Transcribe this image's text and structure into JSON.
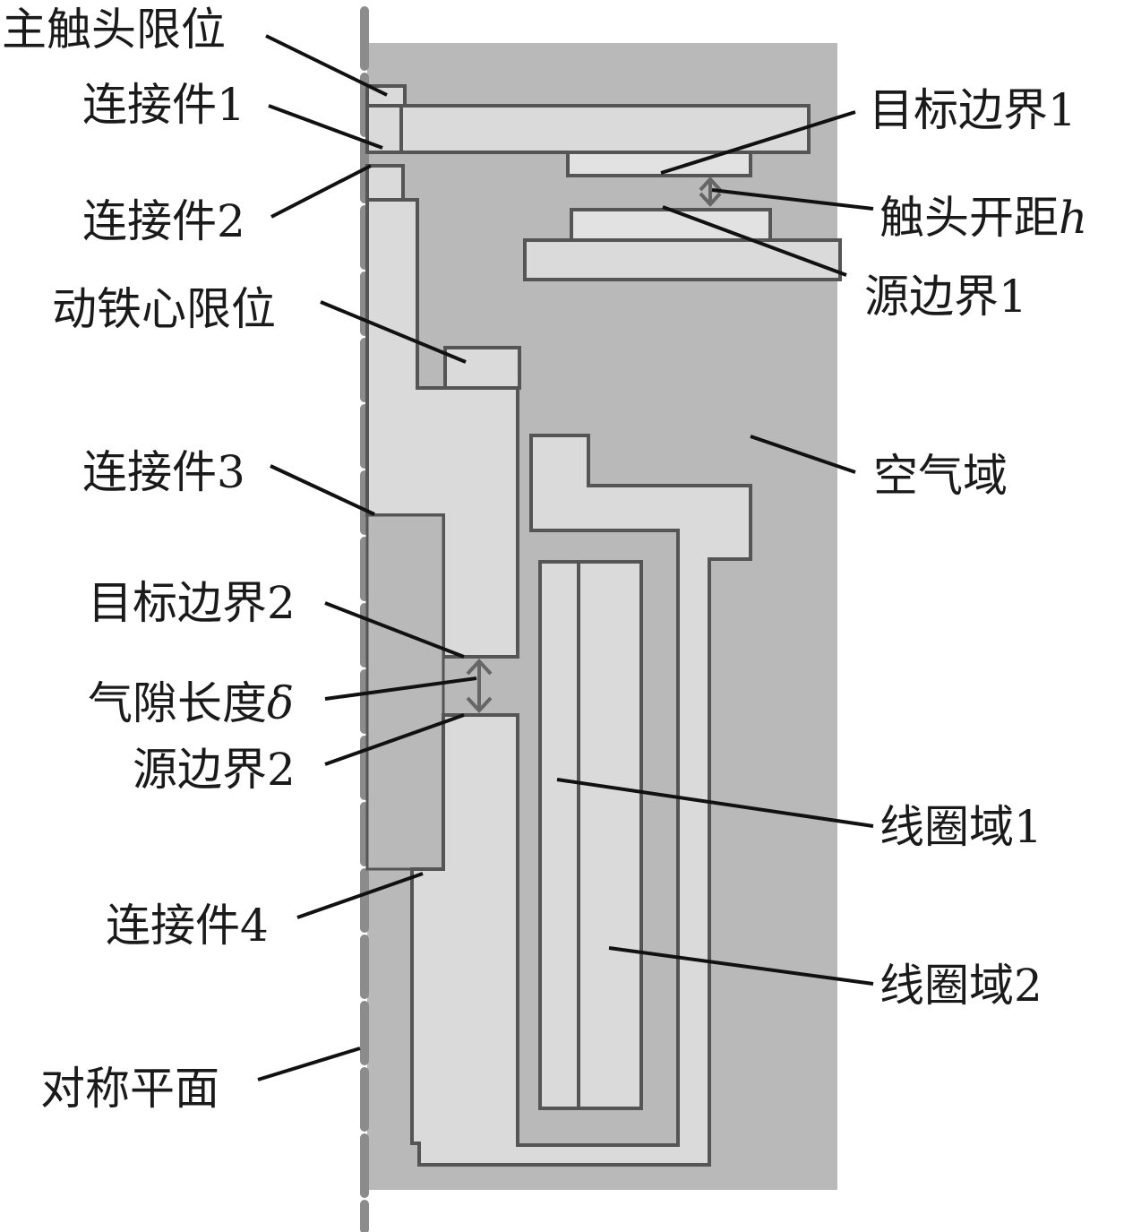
{
  "labels": {
    "main_contact_limit": "主触头限位",
    "connector_1": "连接件1",
    "connector_2": "连接件2",
    "armature_limit": "动铁心限位",
    "connector_3": "连接件3",
    "target_boundary_2": "目标边界2",
    "air_gap_length": "气隙长度",
    "air_gap_symbol": "δ",
    "source_boundary_2": "源边界2",
    "connector_4": "连接件4",
    "symmetry_plane": "对称平面",
    "target_boundary_1": "目标边界1",
    "contact_gap": "触头开距",
    "contact_gap_symbol": "h",
    "source_boundary_1": "源边界1",
    "air_domain": "空气域",
    "coil_domain_1": "线圈域1",
    "coil_domain_2": "线圈域2"
  },
  "colors": {
    "air_domain_fill": "#b9b9b9",
    "part_fill": "#dadada",
    "outline": "#555555",
    "symmetry_axis": "#8c8c8c",
    "leader_line": "#111111"
  }
}
